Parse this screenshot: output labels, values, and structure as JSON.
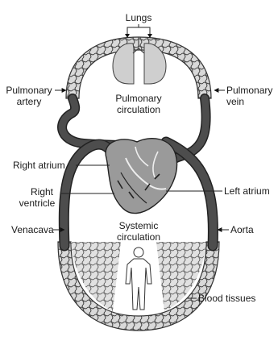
{
  "diagram": {
    "labels": {
      "lungs": "Lungs",
      "pulmonary_artery_line1": "Pulmonary",
      "pulmonary_artery_line2": "artery",
      "pulmonary_vein_line1": "Pulmonary",
      "pulmonary_vein_line2": "vein",
      "pulmonary_circulation_line1": "Pulmonary",
      "pulmonary_circulation_line2": "circulation",
      "right_atrium": "Right atrium",
      "right_ventricle_line1": "Right",
      "right_ventricle_line2": "ventricle",
      "left_atrium": "Left atrium",
      "venacava": "Venacava",
      "aorta": "Aorta",
      "systemic_circulation_line1": "Systemic",
      "systemic_circulation_line2": "circulation",
      "blood_tissues": "Blood tissues"
    }
  }
}
